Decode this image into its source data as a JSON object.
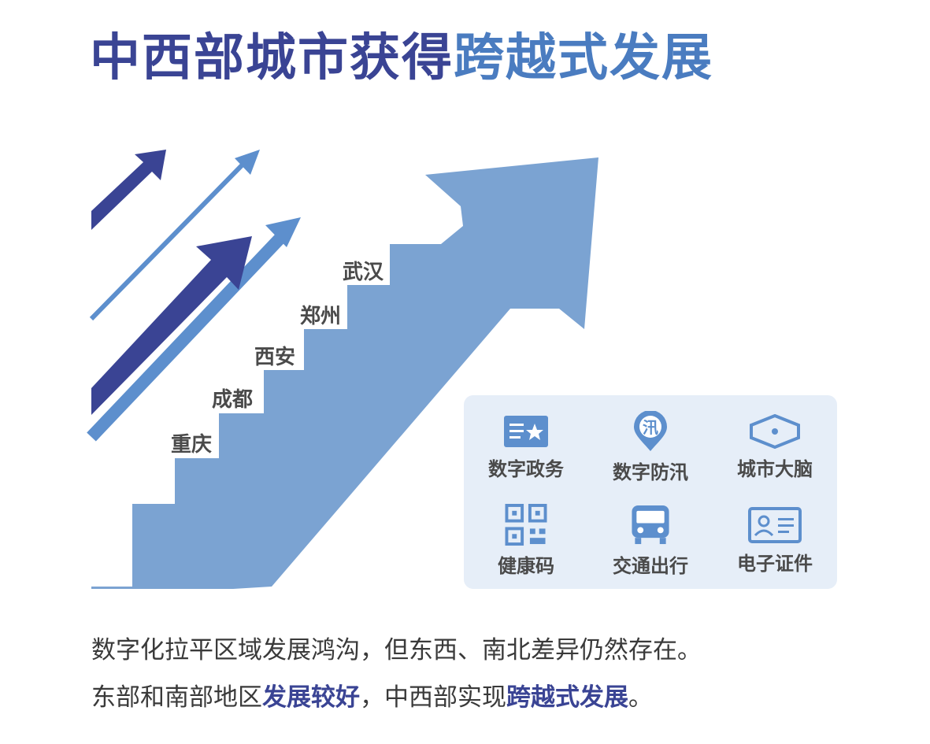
{
  "title": {
    "part1": "中西部城市获得",
    "part2": "跨越式发展"
  },
  "cities": [
    "重庆",
    "成都",
    "西安",
    "郑州",
    "武汉"
  ],
  "services": [
    {
      "label": "数字政务",
      "icon": "government-card-icon"
    },
    {
      "label": "数字防汛",
      "icon": "flood-pin-icon",
      "icon_text": "汛"
    },
    {
      "label": "城市大脑",
      "icon": "city-brain-icon"
    },
    {
      "label": "健康码",
      "icon": "qr-code-icon"
    },
    {
      "label": "交通出行",
      "icon": "bus-icon"
    },
    {
      "label": "电子证件",
      "icon": "id-card-icon"
    }
  ],
  "caption": {
    "line1": "数字化拉平区域发展鸿沟，但东西、南北差异仍然存在。",
    "line2_a": "东部和南部地区",
    "line2_b": "发展较好",
    "line2_c": "，中西部实现",
    "line2_d": "跨越式发展",
    "line2_e": "。"
  },
  "colors": {
    "dark_blue": "#3a4494",
    "mid_blue": "#5d8fcd",
    "stair_blue": "#7ba3d2",
    "panel_bg": "#e6eef8"
  }
}
